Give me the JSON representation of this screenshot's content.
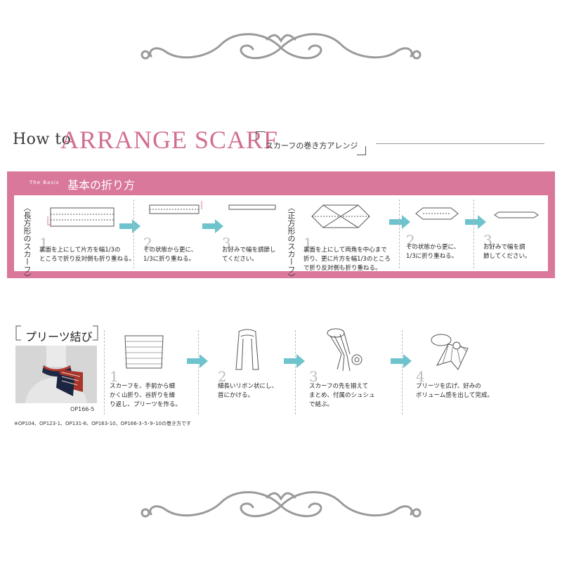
{
  "header": {
    "how_to": "How to",
    "title": "ARRANGE SCARF",
    "subtitle": "スカーフの巻き方アレンジ"
  },
  "basis": {
    "tag": "The Basis",
    "title": "基本の折り方",
    "rect_label": "〈長方形のスカーフ〉",
    "square_label": "〈正方形のスカーフ〉",
    "rect_steps": [
      {
        "num": "1",
        "text": "裏面を上にして片方を幅1/3の\nところで折り反対側も折り重ねる。"
      },
      {
        "num": "2",
        "text": "その状態から更に、\n1/3に折り重ねる。"
      },
      {
        "num": "3",
        "text": "お好みで幅を調節し\nてください。"
      }
    ],
    "square_steps": [
      {
        "num": "1",
        "text": "裏面を上にして両角を中心まで\n折り、更に片方を幅1/3のところ\nで折り反対側も折り重ねる。"
      },
      {
        "num": "2",
        "text": "その状態から更に、\n1/3に折り重ねる。"
      },
      {
        "num": "3",
        "text": "お好みで幅を調\n節してください。"
      }
    ]
  },
  "pleats": {
    "title": "プリーツ結び",
    "product_code": "OP166-5",
    "note": "※OP104、OP123-1、OP131-6、OP163-10、OP166-3･5･9･10の巻き方です",
    "steps": [
      {
        "num": "1",
        "text": "スカーフを、手前から細\nかく山折り、谷折りを繰\nり返し、プリーツを作る。"
      },
      {
        "num": "2",
        "text": "細長いリボン状にし、\n首にかける。"
      },
      {
        "num": "3",
        "text": "スカーフの先を揃えて\nまとめ、付属のシュシュ\nで結ぶ。"
      },
      {
        "num": "4",
        "text": "プリーツを広げ、好みの\nボリューム感を出して完成。"
      }
    ]
  },
  "colors": {
    "accent_pink": "#d9789a",
    "arrow_teal": "#6ec3cc",
    "ornament_gray": "#9a9a9a"
  },
  "icons": [
    "flourish-ornament",
    "right-arrow",
    "fold-diagram"
  ]
}
